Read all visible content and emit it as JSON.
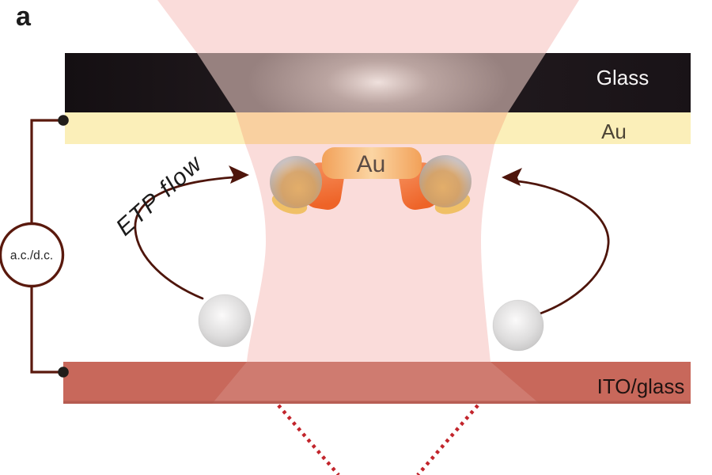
{
  "figure": {
    "panel_label": "a",
    "labels": {
      "glass": "Glass",
      "au_film": "Au",
      "au_structure": "Au",
      "ito_glass": "ITO/glass",
      "voltage_source": "a.c./d.c.",
      "flow_label": "ETP flow"
    },
    "colors": {
      "beam_pink": "#fadcda",
      "beam_gold": "#f9d0a0",
      "beam_in_glass": "#97817f",
      "glass_black": "#1c1518",
      "au_yellow": "#fbefb9",
      "ito_salmon": "#c8685b",
      "ito_shadow": "#b0584d",
      "structure_orange": "#f5a75e",
      "hotspot_orange": "#f07140",
      "particle_grey": "#c9c7c7",
      "wire_maroon": "#5a190d",
      "arrow_maroon": "#4e150b",
      "laser_red": "#c2242b"
    }
  }
}
